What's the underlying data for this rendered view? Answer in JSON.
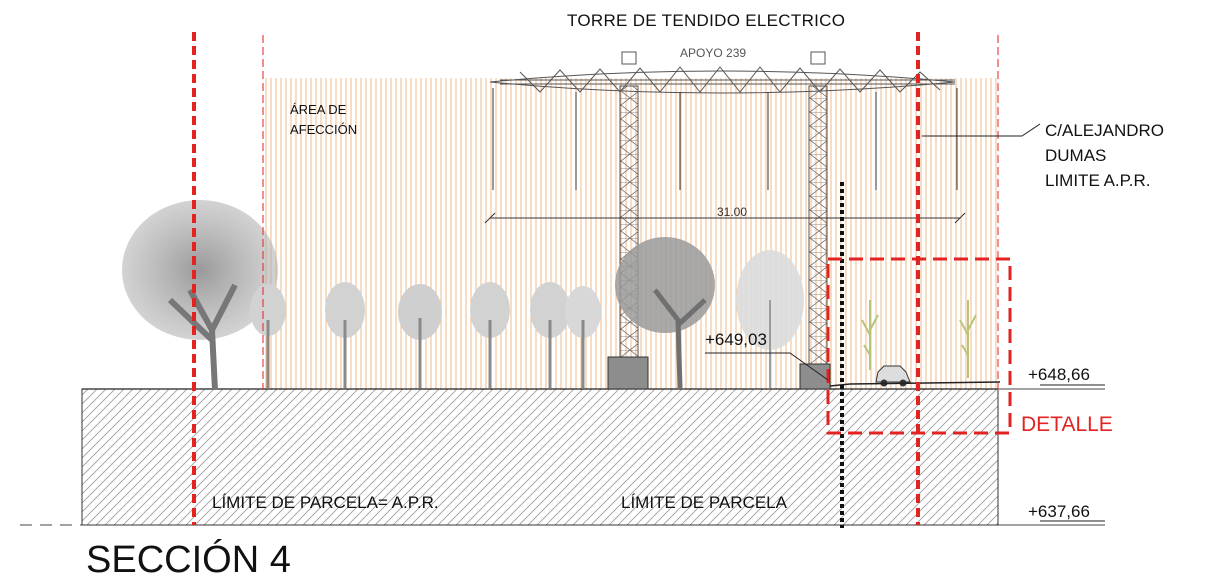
{
  "title": "TORRE DE TENDIDO ELECTRICO",
  "support_label": "APOYO 239",
  "affected_area_label": "ÁREA DE\nAFECCIÓN",
  "street_label": "C/ALEJANDRO\nDUMAS\nLIMITE A.P.R.",
  "span_dimension": "31.00",
  "elevations": {
    "terrain_mid": "+649,03",
    "terrain_right": "+648,66",
    "base": "+637,66"
  },
  "detail_label": "DETALLE",
  "boundary_labels": {
    "parcel_apr": "LÍMITE DE PARCELA= A.P.R.",
    "parcel": "LÍMITE DE PARCELA"
  },
  "section_title": "SECCIÓN 4",
  "colors": {
    "hatch_orange": "#f2b98a",
    "red_limit": "#e32222",
    "tree_gray": "#8c8c8c",
    "tree_light": "#c8c8c8",
    "ground_hatch": "#8a8a8a",
    "line": "#222222"
  }
}
